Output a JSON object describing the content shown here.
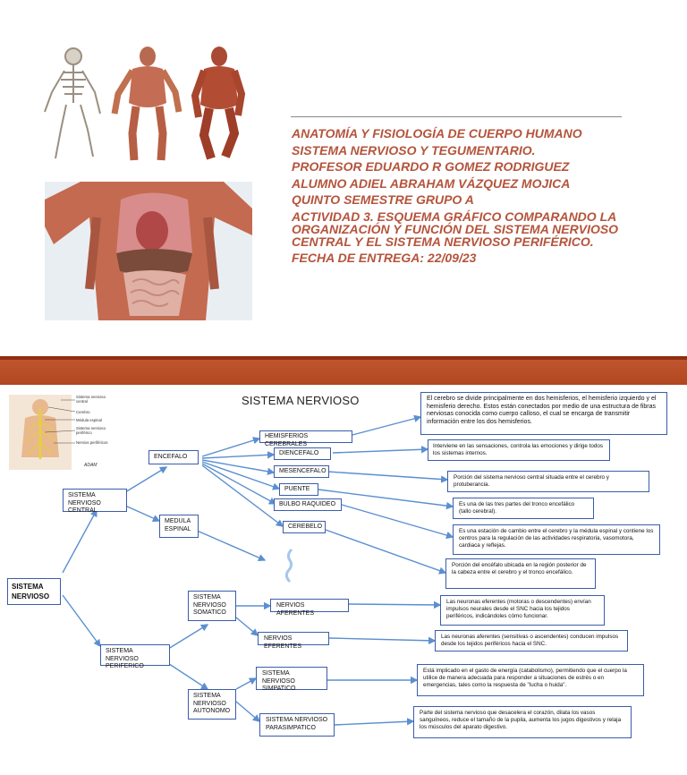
{
  "header": {
    "lines": [
      "ANATOMÍA Y FISIOLOGÍA DE CUERPO HUMANO",
      "SISTEMA NERVIOSO Y TEGUMENTARIO.",
      "PROFESOR EDUARDO R GOMEZ RODRIGUEZ",
      "ALUMNO ADIEL ABRAHAM VÁZQUEZ MOJICA",
      "QUINTO SEMESTRE GRUPO A"
    ],
    "activity": [
      "ACTIVIDAD 3. ESQUEMA GRÁFICO COMPARANDO LA",
      "ORGANIZACIÓN Y FUNCIÓN DEL SISTEMA NERVIOSO",
      "CENTRAL Y EL SISTEMA NERVIOSO PERIFÉRICO."
    ],
    "due": "FECHA DE ENTREGA: 22/09/23",
    "colors": {
      "title": "#b5543c",
      "band": "#b84e26",
      "box_border": "#3b5da8"
    }
  },
  "diagram": {
    "title": "SISTEMA NERVIOSO",
    "root": "SISTEMA NERVIOSO",
    "snc": "SISTEMA NERVIOSO CENTRAL",
    "snp": "SISTEMA NERVIOSO PERIFERICO",
    "encefalo": "ENCEFALO",
    "medula": "MEDULA ESPINAL",
    "parts": [
      "HEMISFERIOS CEREBRALES",
      "DIENCEFALO",
      "MESENCEFALO",
      "PUENTE",
      "BULBO RAQUIDEO",
      "CEREBELO"
    ],
    "descs": [
      "El cerebro se divide principalmente en dos hemisferios, el hemisferio izquierdo y el hemisferio derecho. Estos están conectados por medio de una estructura de fibras nerviosas conocida como cuerpo calloso, el cual se encarga de transmitir información entre los dos hemisferios.",
      "Interviene en las sensaciones, controla las emociones y dirige todos los sistemas internos.",
      "Porción del sistema nervioso central situada entre el cerebro y protuberancia.",
      "Es una de las tres partes del tronco encefálico (tallo cerebral).",
      "Es una estación de cambio entre el cerebro y la médula espinal y contiene los centros para la regulación de las actividades respiratoria, vasomotora, cardiaca y reflejas.",
      "Porción del encéfalo ubicada en la región posterior de la cabeza entre el cerebro y el tronco encefálico."
    ],
    "somatico": "SISTEMA NERVIOSO SOMATICO",
    "autonomo": "SISTEMA NERVIOSO AUTONOMO",
    "aferentes": "NERVIOS AFERENTES",
    "eferentes": "NERVIOS EFERENTES",
    "aferentes_desc": "Las neuronas eferentes (motoras o descendentes) envían impulsos neurales desde el SNC hacia los tejidos periféricos, indicándoles cómo funcionar.",
    "eferentes_desc": "Las neuronas aferentes (sensitivas o ascendentes) conducen impulsos desde los tejidos periféricos hacia el SNC.",
    "simpatico": "SISTEMA NERVIOSO SIMPATICO",
    "parasimpatico": "SISTEMA NERVIOSO PARASIMPATICO",
    "simpatico_desc": "Está implicado en el gasto de energía (catabolismo), permitiendo que el cuerpo la utilice de manera adecuada para responder a situaciones de estrés o en emergencias, tales como la respuesta de \"lucha o huida\".",
    "parasimpatico_desc": "Parte del sistema nervioso que desacelera el corazón, dilata los vasos sanguíneos, reduce el tamaño de la pupila, aumenta los jugos digestivos y relaja los músculos del aparato digestivo.",
    "thumb_labels": [
      "Sistema nervioso central",
      "Cerebro",
      "Médula espinal",
      "Sistema nervioso periférico",
      "Nervios periféricos"
    ],
    "thumb_credit": "ADAM"
  }
}
